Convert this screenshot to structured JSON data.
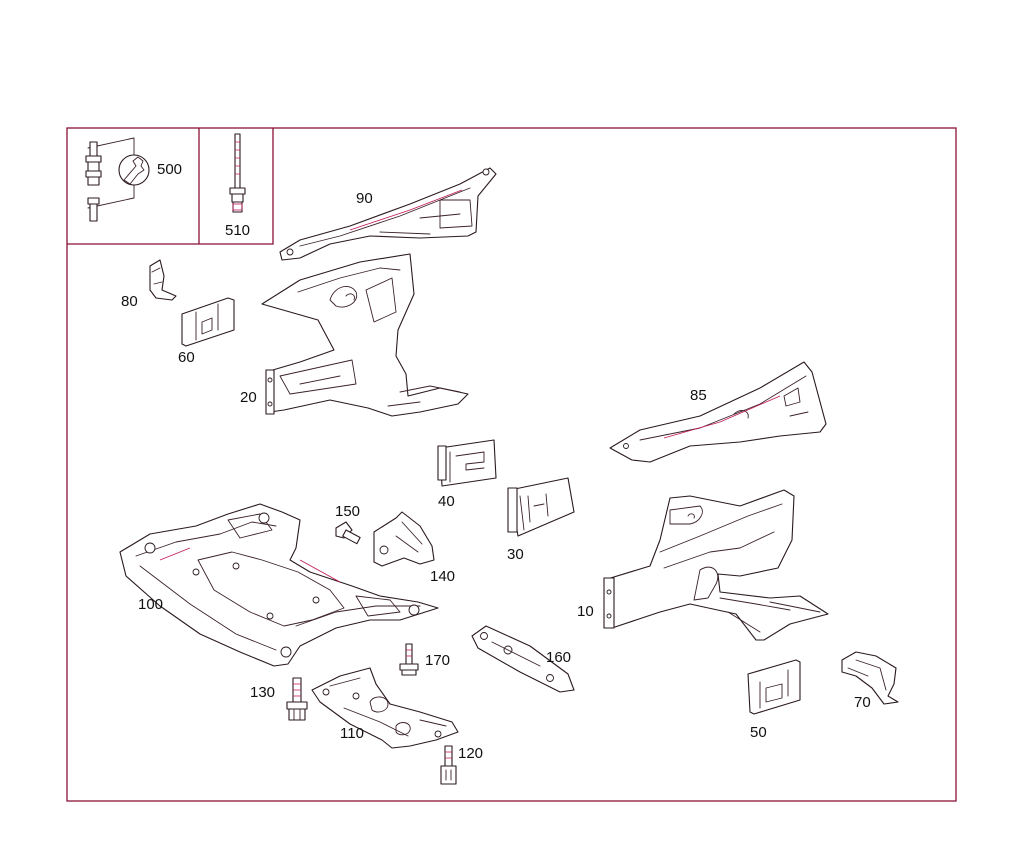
{
  "diagram": {
    "colors": {
      "frame": "#8a1236",
      "lines": "#2a1a1e",
      "accent": "#c2185b"
    },
    "callouts": {
      "p10": "10",
      "p20": "20",
      "p30": "30",
      "p40": "40",
      "p50": "50",
      "p60": "60",
      "p70": "70",
      "p80": "80",
      "p85": "85",
      "p90": "90",
      "p100": "100",
      "p110": "110",
      "p120": "120",
      "p130": "130",
      "p140": "140",
      "p150": "150",
      "p160": "160",
      "p170": "170",
      "p500": "500",
      "p510": "510"
    }
  }
}
